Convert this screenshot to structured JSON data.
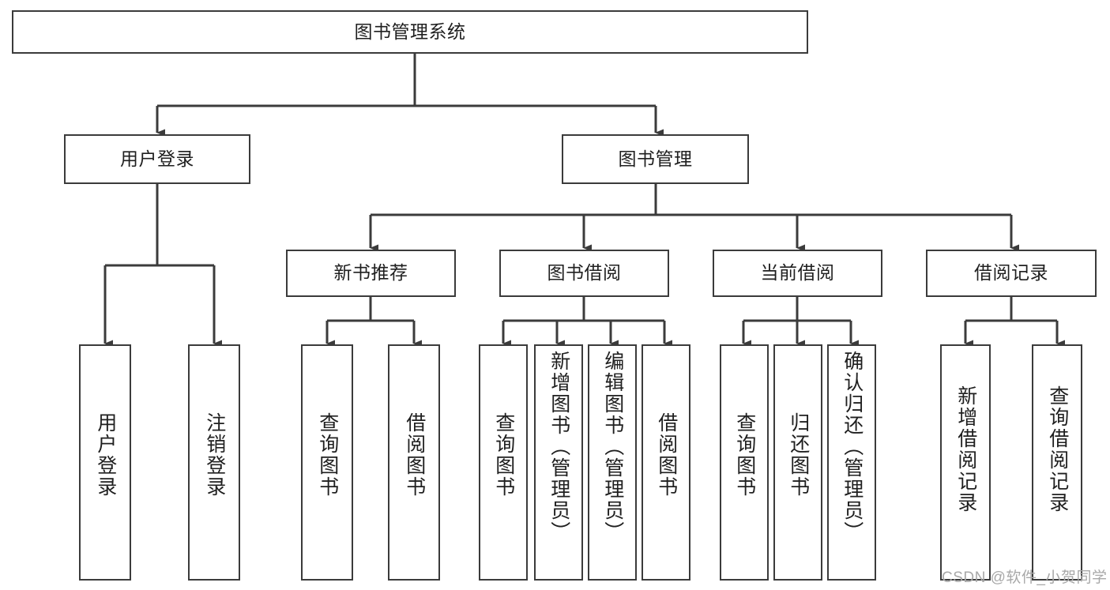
{
  "diagram": {
    "type": "tree-hierarchy",
    "title": "图书管理系统",
    "root": {
      "id": "root",
      "label": "图书管理系统"
    },
    "level2": [
      {
        "id": "user-login",
        "label": "用户登录"
      },
      {
        "id": "book-management",
        "label": "图书管理"
      }
    ],
    "level3": [
      {
        "id": "new-book-recommend",
        "label": "新书推荐",
        "parent": "book-management"
      },
      {
        "id": "book-borrow",
        "label": "图书借阅",
        "parent": "book-management"
      },
      {
        "id": "current-borrow",
        "label": "当前借阅",
        "parent": "book-management"
      },
      {
        "id": "borrow-record",
        "label": "借阅记录",
        "parent": "book-management"
      }
    ],
    "leaves": [
      {
        "id": "leaf-user-login",
        "label": "用户登录",
        "parent": "user-login"
      },
      {
        "id": "leaf-logout",
        "label": "注销登录",
        "parent": "user-login"
      },
      {
        "id": "leaf-query-book-1",
        "label": "查询图书",
        "parent": "new-book-recommend"
      },
      {
        "id": "leaf-borrow-book-1",
        "label": "借阅图书",
        "parent": "new-book-recommend"
      },
      {
        "id": "leaf-query-book-2",
        "label": "查询图书",
        "parent": "book-borrow"
      },
      {
        "id": "leaf-add-book",
        "label": "新增图书（管理员）",
        "parent": "book-borrow"
      },
      {
        "id": "leaf-edit-book",
        "label": "编辑图书（管理员）",
        "parent": "book-borrow"
      },
      {
        "id": "leaf-borrow-book-2",
        "label": "借阅图书",
        "parent": "book-borrow"
      },
      {
        "id": "leaf-query-book-3",
        "label": "查询图书",
        "parent": "current-borrow"
      },
      {
        "id": "leaf-return-book",
        "label": "归还图书",
        "parent": "current-borrow"
      },
      {
        "id": "leaf-confirm-return",
        "label": "确认归还（管理员）",
        "parent": "current-borrow"
      },
      {
        "id": "leaf-add-record",
        "label": "新增借阅记录",
        "parent": "borrow-record"
      },
      {
        "id": "leaf-query-record",
        "label": "查询借阅记录",
        "parent": "borrow-record"
      }
    ],
    "watermark": "CSDN @软件_小贺同学",
    "colors": {
      "stroke": "#3b3b3b",
      "text": "#1f1f1f",
      "background": "#ffffff",
      "watermark": "#a8a8a8"
    }
  }
}
